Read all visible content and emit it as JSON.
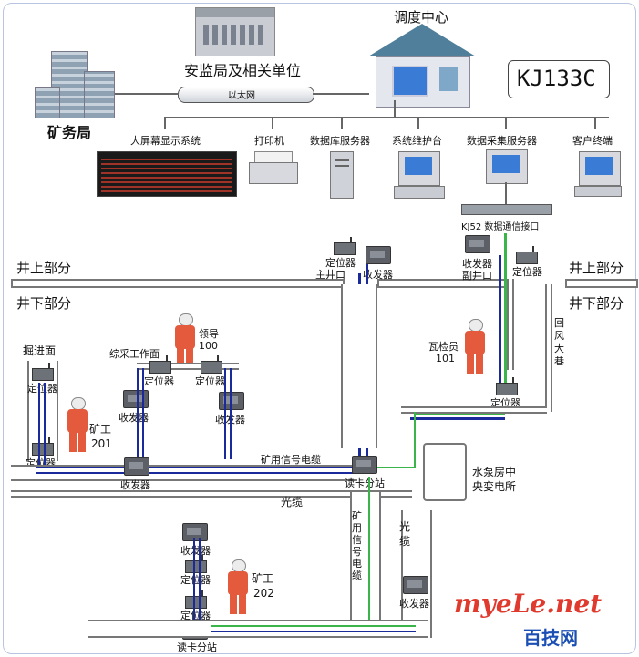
{
  "labels": {
    "dispatch_center": "调度中心",
    "safety_bureau": "安监局及相关单位",
    "mine_bureau": "矿务局",
    "ethernet": "以太网",
    "model": "KJ133C",
    "big_screen": "大屏幕显示系统",
    "printer": "打印机",
    "db_server": "数据库服务器",
    "maint_station": "系统维护台",
    "data_server": "数据采集服务器",
    "client": "客户终端",
    "comm_interface": "KJ52 数据通信接口",
    "above_ground": "井上部分",
    "below_ground": "井下部分",
    "above_ground_r": "井上部分",
    "below_ground_r": "井下部分",
    "locator": "定位器",
    "main_shaft": "主井口",
    "transceiver": "收发器",
    "aux_shaft": "副井口",
    "return_airway": "回风大巷",
    "gas_inspector": "瓦检员",
    "gas_inspector_no": "101",
    "leader": "领导",
    "leader_no": "100",
    "fully_mech_face": "综采工作面",
    "heading_face": "掘进面",
    "miner": "矿工",
    "miner_no1": "201",
    "miner_no2": "202",
    "mine_cable": "矿用信号电缆",
    "mine_cable_v": "矿用信号电缆",
    "card_reader": "读卡分站",
    "optical_cable": "光缆",
    "optical_cable_v": "光缆",
    "pump_room": "水泵房中央变电所",
    "brand_en": "myeLe.net",
    "brand_cn": "百技网"
  },
  "colors": {
    "signal_cable": "#1a2a9a",
    "optical_cable": "#3ab54a",
    "road": "#777777",
    "brand_red": "#e03a2f",
    "brand_blue": "#1b4fb3"
  }
}
